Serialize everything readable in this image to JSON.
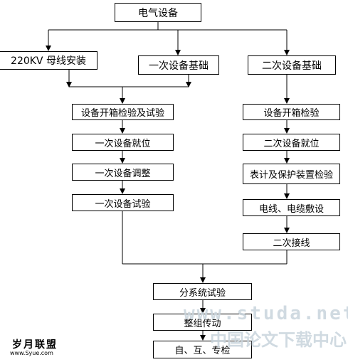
{
  "nodes": {
    "electrical_equipment": "电气设备",
    "busbar_install": "220KV 母线安装",
    "primary_foundation": "一次设备基础",
    "secondary_foundation": "二次设备基础",
    "primary_unpack": "设备开箱检验及试验",
    "primary_position": "一次设备就位",
    "primary_adjust": "一次设备调整",
    "primary_test": "一次设备试验",
    "secondary_unpack": "设备开箱检验",
    "secondary_position": "二次设备就位",
    "meter_protection_check": "表计及保护装置检验",
    "cable_laying": "电线、电缆敷设",
    "secondary_wiring": "二次接线",
    "subsystem_test": "分系统试验",
    "group_drive": "整组传动",
    "self_mutual_special_check": "自、互、专检"
  },
  "watermark": {
    "site": "www.studa.net",
    "name": "中国论文下载中心"
  },
  "logo": {
    "name": "岁月联盟",
    "url": "www.Syue.com"
  }
}
